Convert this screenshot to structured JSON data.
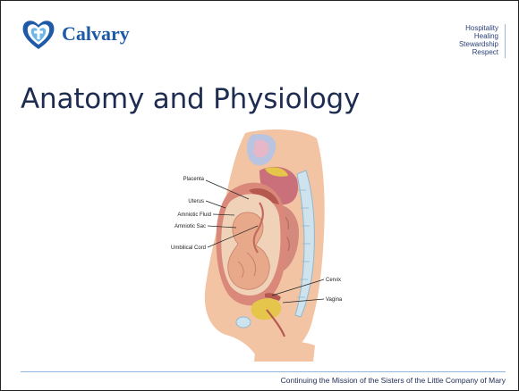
{
  "header": {
    "brand": "Calvary",
    "values": [
      "Hospitality",
      "Healing",
      "Stewardship",
      "Respect"
    ]
  },
  "slide": {
    "title": "Anatomy and Physiology"
  },
  "figure": {
    "labels": {
      "placenta": "Placenta",
      "uterus": "Uterus",
      "amniotic_fluid": "Amniotic Fluid",
      "amniotic_sac": "Amniotic Sac",
      "umbilical_cord": "Umbilical Cord",
      "cervix": "Cervix",
      "vagina": "Vagina"
    }
  },
  "footer": {
    "tagline": "Continuing the Mission of the Sisters of the Little Company of Mary"
  },
  "colors": {
    "brand_blue": "#1f5aa8",
    "title_navy": "#1e2c52",
    "skin": "#f2c4a3",
    "uterus_pink": "#d9887a",
    "fetus": "#e8a98a"
  }
}
